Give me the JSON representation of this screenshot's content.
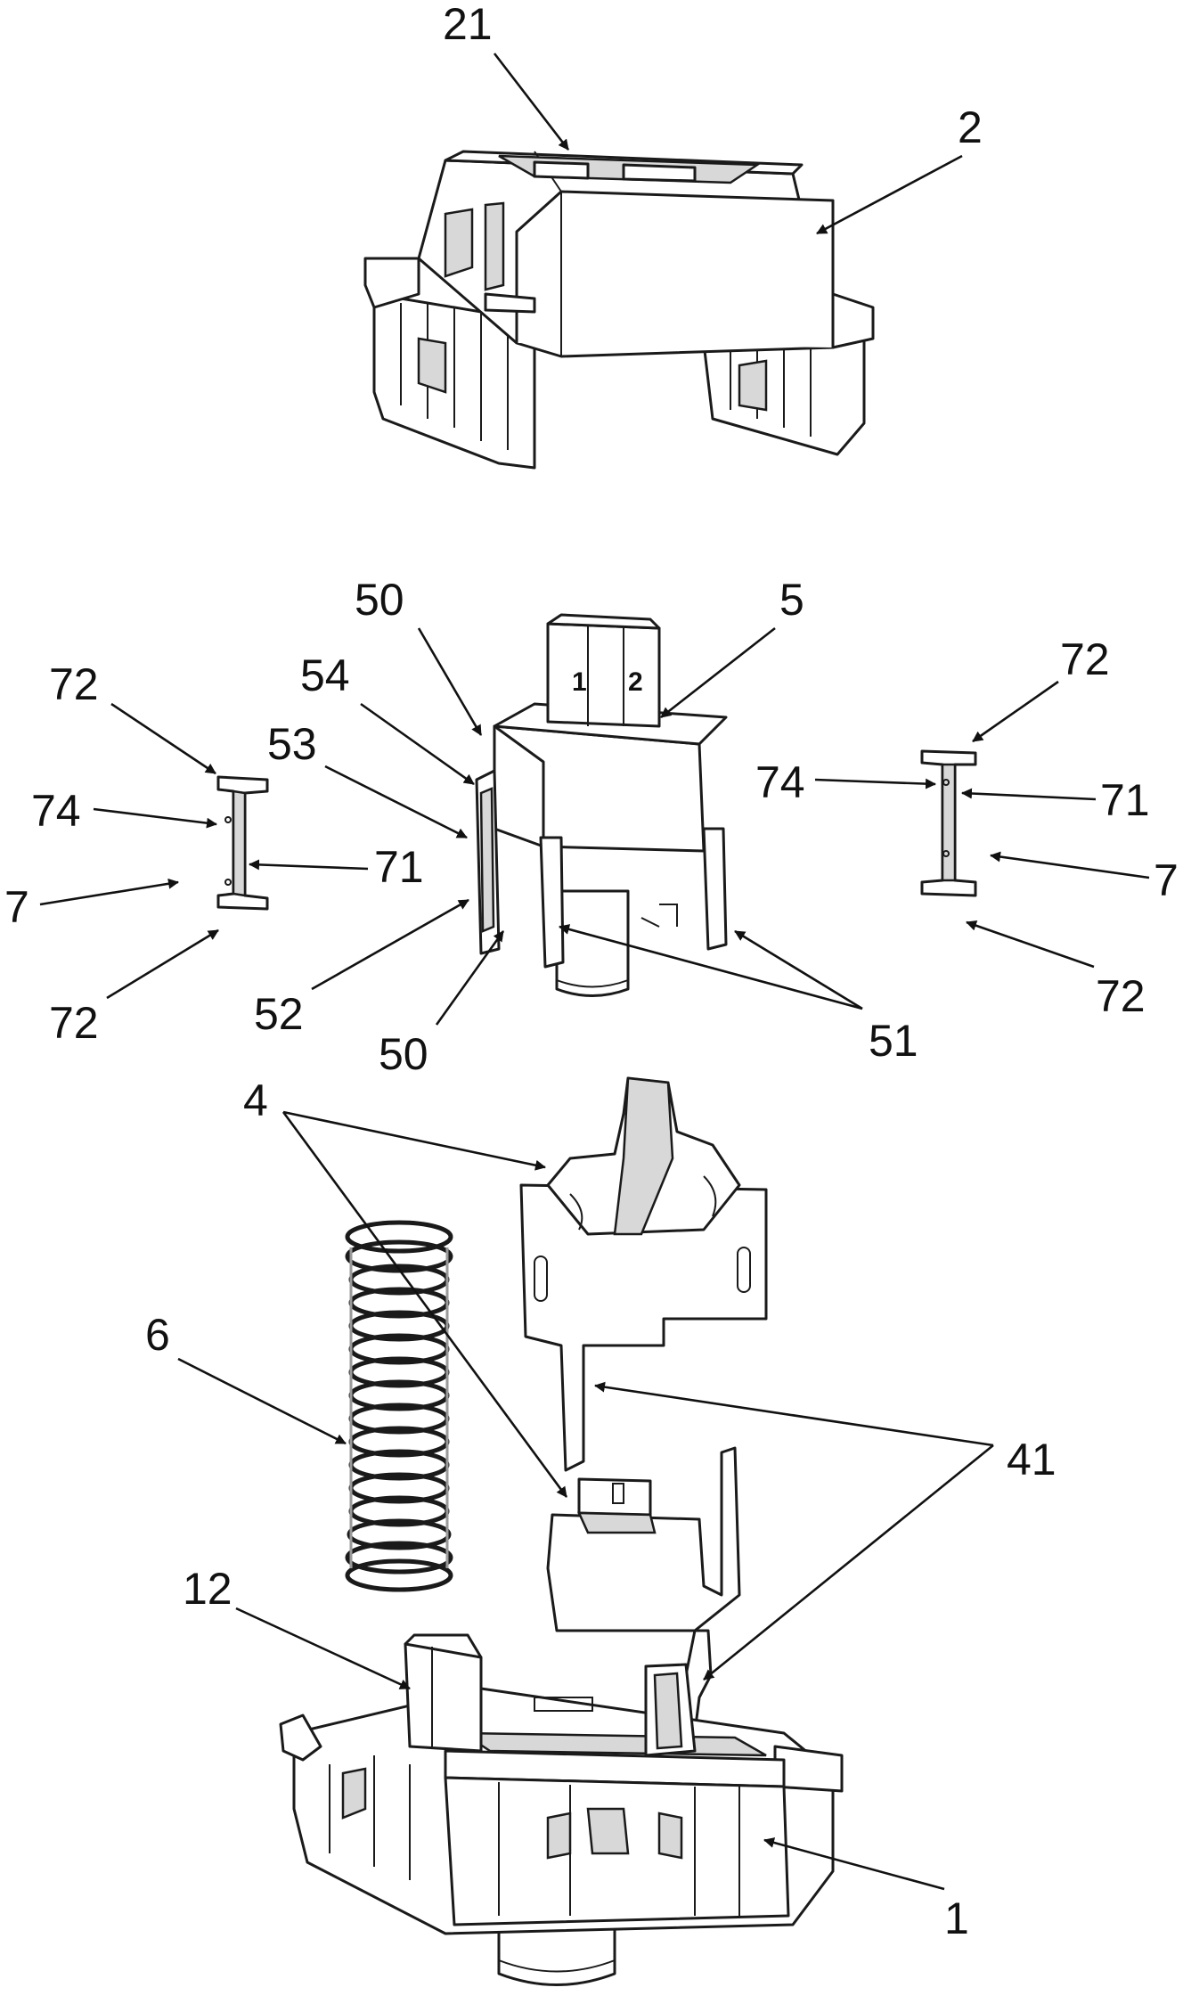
{
  "accent_color": "#111111",
  "labels": {
    "l21": "21",
    "l2": "2",
    "l50a": "50",
    "l5": "5",
    "l54": "54",
    "l53": "53",
    "l72a": "72",
    "l74a": "74",
    "l71a": "71",
    "l7a": "7",
    "l72b": "72",
    "l52": "52",
    "l50b": "50",
    "l51": "51",
    "l72c": "72",
    "l74b": "74",
    "l71b": "71",
    "l7b": "7",
    "l72d": "72",
    "l4": "4",
    "l6": "6",
    "l41": "41",
    "l12": "12",
    "l1": "1"
  },
  "stem_marks": {
    "left": "1",
    "right": "2"
  }
}
